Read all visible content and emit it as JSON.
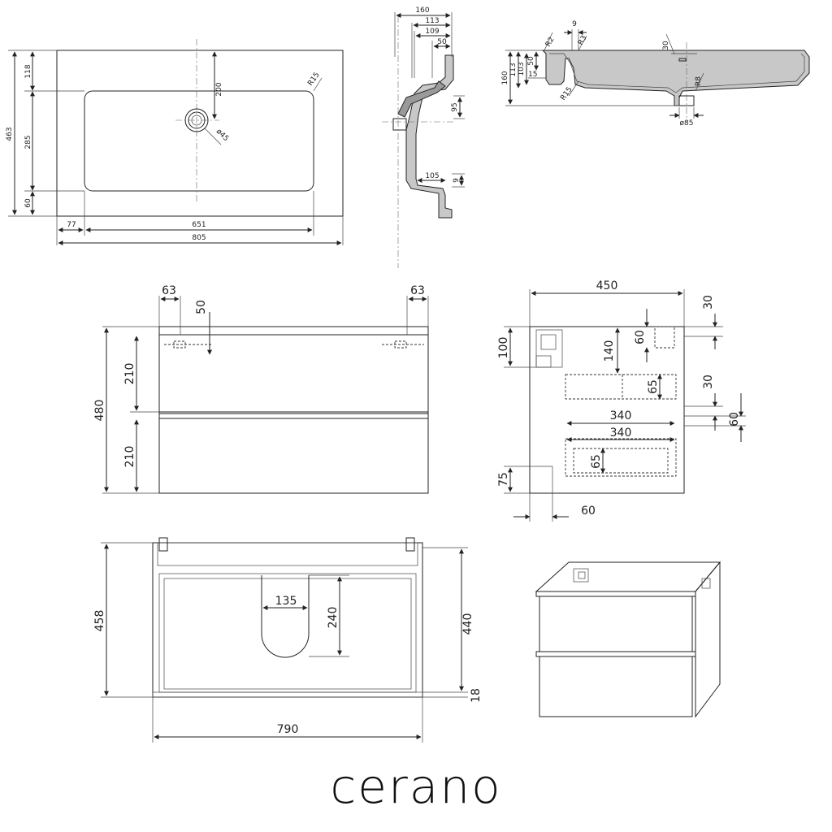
{
  "brand": "cerano",
  "basin_top": {
    "d805": "805",
    "d651": "651",
    "d77": "77",
    "d463": "463",
    "d118": "118",
    "d285": "285",
    "d60": "60",
    "d200": "200",
    "r15": "R15",
    "o45": "ø45"
  },
  "basin_section": {
    "d160": "160",
    "d113": "113",
    "d109": "109",
    "d50": "50",
    "d95": "95",
    "d105": "105",
    "d9": "9"
  },
  "basin_side": {
    "d9": "9",
    "r2": "R2",
    "r3": "R3",
    "d30": "30",
    "d160": "160",
    "d113": "113",
    "d103": "103",
    "d50": "50",
    "d15": "15",
    "r15": "R15",
    "r8": "R8",
    "o85": "ø85"
  },
  "front": {
    "d63a": "63",
    "d50": "50",
    "d63b": "63",
    "d480": "480",
    "d210a": "210",
    "d210b": "210"
  },
  "side": {
    "d450": "450",
    "d30a": "30",
    "d100": "100",
    "d140": "140",
    "d60a": "60",
    "d65a": "65",
    "d30b": "30",
    "d340a": "340",
    "d60b": "60",
    "d340b": "340",
    "d65b": "65",
    "d75": "75",
    "d60c": "60"
  },
  "plan": {
    "d458": "458",
    "d135": "135",
    "d240": "240",
    "d440": "440",
    "d18": "18",
    "d790": "790"
  }
}
